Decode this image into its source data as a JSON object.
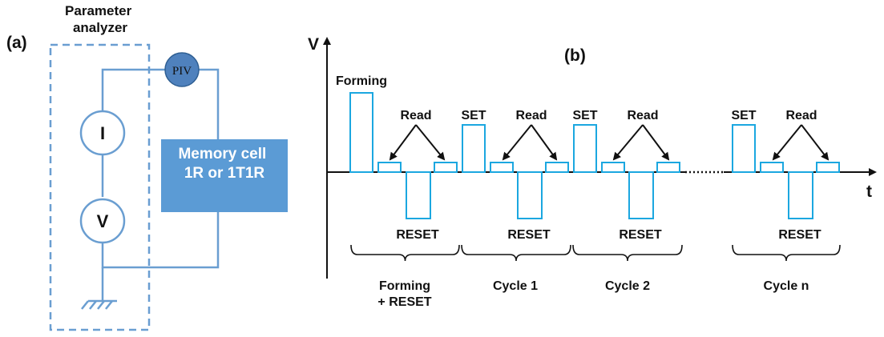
{
  "panel_a": {
    "header": "Parameter\nanalyzer",
    "label": "(a)",
    "piv_label": "PIV",
    "current_meter": "I",
    "voltage_meter": "V",
    "memory_cell": "Memory cell\n1R or 1T1R"
  },
  "panel_b": {
    "label": "(b)",
    "y_axis": "V",
    "x_axis": "t",
    "pulse_labels": {
      "forming": "Forming",
      "set": "SET",
      "read": "Read",
      "reset": "RESET"
    },
    "phases": [
      "Forming\n+ RESET",
      "Cycle 1",
      "Cycle 2",
      "Cycle n"
    ]
  },
  "colors": {
    "wire": "#6a9ed1",
    "box": "#5b9bd5",
    "piv_fill": "#4f81bd",
    "pulse": "#1ba7e0",
    "text": "#111111"
  }
}
